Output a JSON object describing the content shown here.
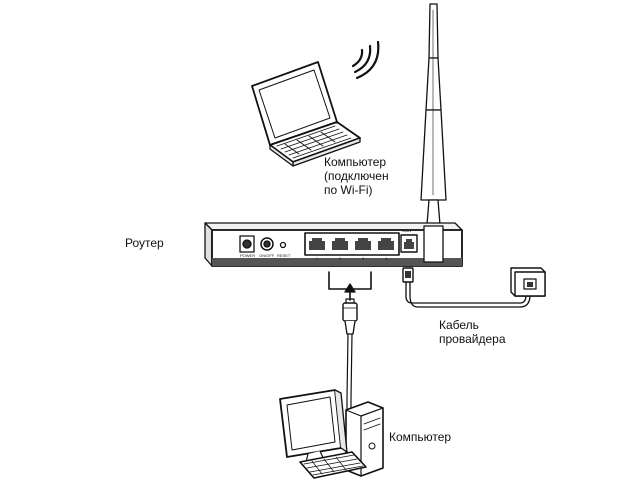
{
  "labels": {
    "laptop_line1": "Компьютер",
    "laptop_line2": "(подключен",
    "laptop_line3": "по Wi-Fi)",
    "router": "Роутер",
    "cable_line1": "Кабель",
    "cable_line2": "провайдера",
    "desktop": "Компьютер"
  },
  "router_ports": {
    "power": "POWER",
    "onoff": "ON/OFF",
    "reset": "RESET",
    "lan1": "1",
    "lan2": "2",
    "lan3": "3",
    "lan4": "4",
    "wan": "WAN"
  },
  "icons": {
    "laptop": "laptop-icon",
    "router": "router-icon",
    "antenna": "antenna-icon",
    "wifi": "wifi-signal-icon",
    "desktop": "desktop-computer-icon",
    "wall_socket": "phone-wall-socket-icon",
    "connector": "rj45-connector-icon"
  },
  "colors": {
    "line": "#111111",
    "background": "#ffffff"
  }
}
